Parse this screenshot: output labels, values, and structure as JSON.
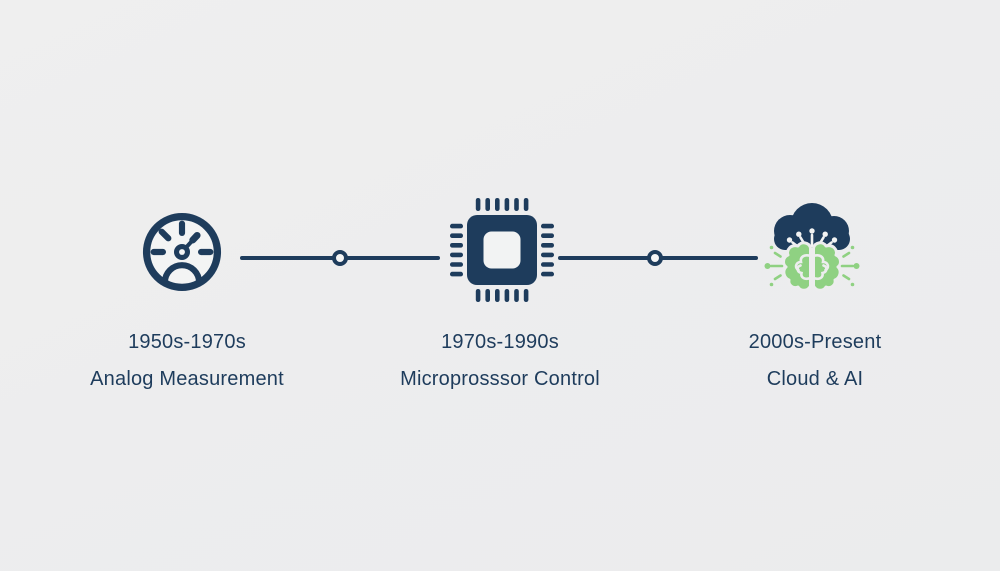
{
  "colors": {
    "background": "#ededee",
    "navy": "#1e3c5c",
    "green": "#8fd182",
    "icon_face": "#f3f4f4"
  },
  "timeline": {
    "stages": [
      {
        "id": "analog",
        "period": "1950s-1970s",
        "label": "Analog Measurement",
        "icon": "gauge-icon"
      },
      {
        "id": "microprocessor",
        "period": "1970s-1990s",
        "label": "Microprosssor Control",
        "icon": "chip-icon"
      },
      {
        "id": "cloud-ai",
        "period": "2000s-Present",
        "label": "Cloud & AI",
        "icon": "cloud-brain-icon"
      }
    ]
  }
}
